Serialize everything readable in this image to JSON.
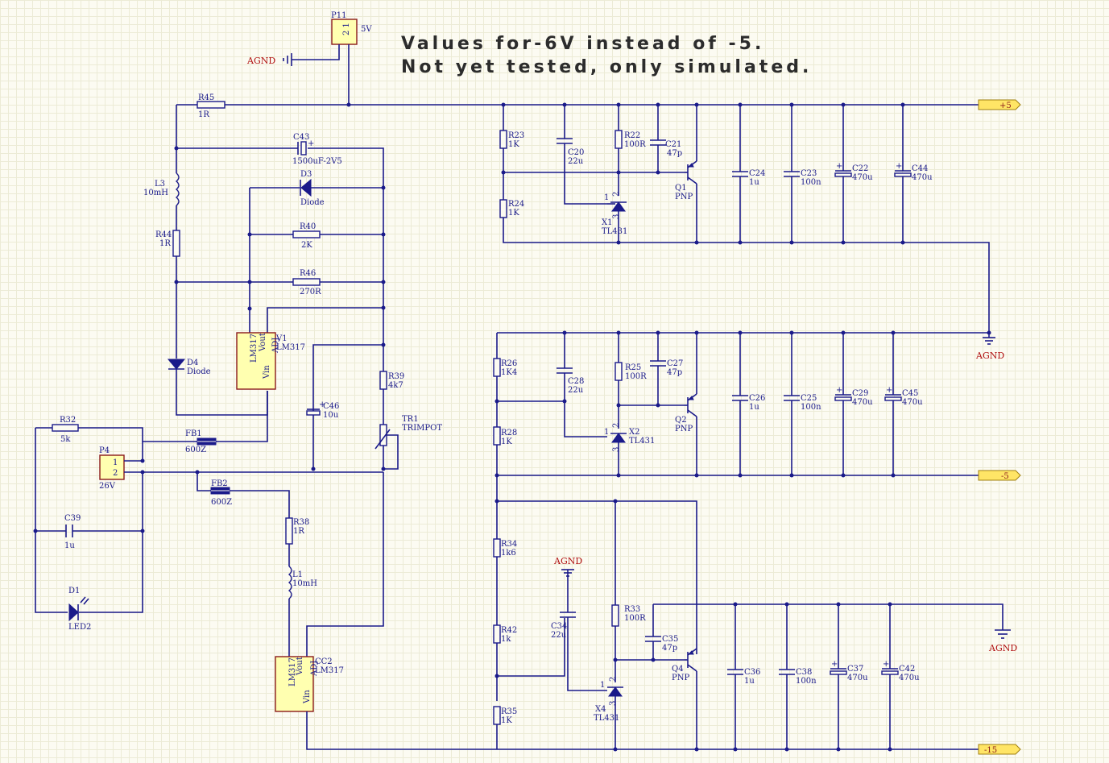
{
  "note": {
    "line1": "Values for-6V instead of -5.",
    "line2": "Not yet tested, only simulated."
  },
  "ports": {
    "p5": "+5",
    "m5": "-5",
    "m15": "-15"
  },
  "power": {
    "agnd": "AGND",
    "v5": "5V"
  },
  "colors": {
    "wire": "#1a1a8a",
    "label": "#1a1a8a",
    "power": "#b01010",
    "port": "#ffe566"
  },
  "components": {
    "P11": {
      "ref": "P11",
      "val": "5V",
      "pins": "2 1"
    },
    "P4": {
      "ref": "P4",
      "val": "26V",
      "p1": "1",
      "p2": "2"
    },
    "R45": {
      "ref": "R45",
      "val": "1R"
    },
    "C43": {
      "ref": "C43",
      "val": "1500uF-2V5"
    },
    "L3": {
      "ref": "L3",
      "val": "10mH"
    },
    "R44": {
      "ref": "R44",
      "val": "1R"
    },
    "D3": {
      "ref": "D3",
      "val": "Diode"
    },
    "R40": {
      "ref": "R40",
      "val": "2K"
    },
    "R46": {
      "ref": "R46",
      "val": "270R"
    },
    "V1": {
      "ref": "V1",
      "val": "LM317",
      "a": "LM317",
      "b": "Vout",
      "c": "ADJ",
      "d": "Vin"
    },
    "D4": {
      "ref": "D4",
      "val": "Diode"
    },
    "R39": {
      "ref": "R39",
      "val": "4k7"
    },
    "C46": {
      "ref": "C46",
      "val": "10u"
    },
    "TR1": {
      "ref": "TR1",
      "val": "TRIMPOT"
    },
    "R32": {
      "ref": "R32",
      "val": "5k"
    },
    "FB1": {
      "ref": "FB1",
      "val": "600Z"
    },
    "FB2": {
      "ref": "FB2",
      "val": "600Z"
    },
    "C39": {
      "ref": "C39",
      "val": "1u"
    },
    "D1": {
      "ref": "D1",
      "val": "LED2"
    },
    "R38": {
      "ref": "R38",
      "val": "1R"
    },
    "L1": {
      "ref": "L1",
      "val": "10mH"
    },
    "CC2": {
      "ref": "CC2",
      "val": "LM317",
      "a": "LM317",
      "b": "Vout",
      "c": "ADJ",
      "d": "Vin"
    },
    "R23": {
      "ref": "R23",
      "val": "1K"
    },
    "R24": {
      "ref": "R24",
      "val": "1K"
    },
    "C20": {
      "ref": "C20",
      "val": "22u"
    },
    "R22": {
      "ref": "R22",
      "val": "100R"
    },
    "C21": {
      "ref": "C21",
      "val": "47p"
    },
    "X1": {
      "ref": "X1",
      "val": "TL431"
    },
    "Q1": {
      "ref": "Q1",
      "val": "PNP"
    },
    "C24": {
      "ref": "C24",
      "val": "1u"
    },
    "C23": {
      "ref": "C23",
      "val": "100n"
    },
    "C22": {
      "ref": "C22",
      "val": "470u"
    },
    "C44": {
      "ref": "C44",
      "val": "470u"
    },
    "R26": {
      "ref": "R26",
      "val": "1K4"
    },
    "R28": {
      "ref": "R28",
      "val": "1K"
    },
    "C28": {
      "ref": "C28",
      "val": "22u"
    },
    "R25": {
      "ref": "R25",
      "val": "100R"
    },
    "C27": {
      "ref": "C27",
      "val": "47p"
    },
    "X2": {
      "ref": "X2",
      "val": "TL431"
    },
    "Q2": {
      "ref": "Q2",
      "val": "PNP"
    },
    "C26": {
      "ref": "C26",
      "val": "1u"
    },
    "C25": {
      "ref": "C25",
      "val": "100n"
    },
    "C29": {
      "ref": "C29",
      "val": "470u"
    },
    "C45": {
      "ref": "C45",
      "val": "470u"
    },
    "R34": {
      "ref": "R34",
      "val": "1k6"
    },
    "R42": {
      "ref": "R42",
      "val": "1k"
    },
    "R35": {
      "ref": "R35",
      "val": "1K"
    },
    "C34": {
      "ref": "C34",
      "val": "22u"
    },
    "R33": {
      "ref": "R33",
      "val": "100R"
    },
    "C35": {
      "ref": "C35",
      "val": "47p"
    },
    "X4": {
      "ref": "X4",
      "val": "TL431"
    },
    "Q4": {
      "ref": "Q4",
      "val": "PNP"
    },
    "C36": {
      "ref": "C36",
      "val": "1u"
    },
    "C38": {
      "ref": "C38",
      "val": "100n"
    },
    "C37": {
      "ref": "C37",
      "val": "470u"
    },
    "C42": {
      "ref": "C42",
      "val": "470u"
    }
  },
  "pin": {
    "n1": "1",
    "n2": "2",
    "n3": "3"
  }
}
